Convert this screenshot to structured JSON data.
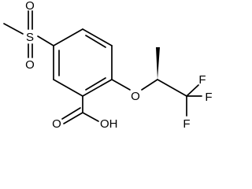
{
  "molecule": {
    "atoms": {
      "sulfur": "S",
      "sulfonyl_oxygen_top": "O",
      "sulfonyl_oxygen_bottom": "O",
      "ether_oxygen": "O",
      "carboxyl_oxygen": "O",
      "hydroxyl": "OH",
      "fluorine_top": "F",
      "fluorine_right": "F",
      "fluorine_bottom": "F"
    }
  }
}
